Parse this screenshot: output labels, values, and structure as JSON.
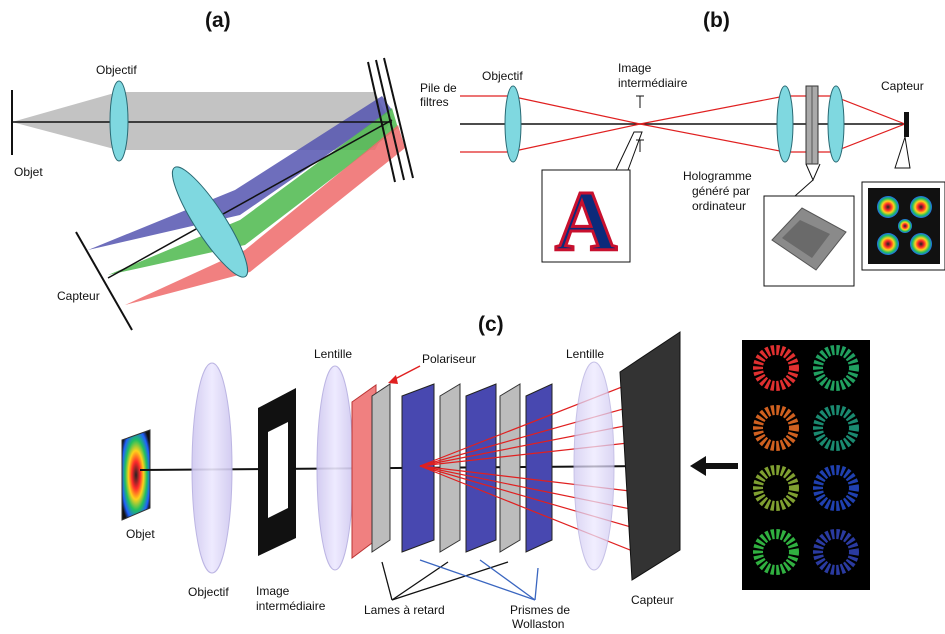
{
  "panels": {
    "a": "(a)",
    "b": "(b)",
    "c": "(c)"
  },
  "panel_a": {
    "objective": "Objectif",
    "object": "Objet",
    "filter_stack_line1": "Pile de",
    "filter_stack_line2": "filtres",
    "sensor": "Capteur"
  },
  "panel_b": {
    "objective": "Objectif",
    "intermediate_line1": "Image",
    "intermediate_line2": "intermédiaire",
    "sensor": "Capteur",
    "hologram_line1": "Hologramme",
    "hologram_line2": "généré par",
    "hologram_line3": "ordinateur",
    "logo_letter": "A"
  },
  "panel_c": {
    "object": "Objet",
    "objective": "Objectif",
    "intermediate_line1": "Image",
    "intermediate_line2": "intermédiaire",
    "lens_left": "Lentille",
    "lens_right": "Lentille",
    "polarizer": "Polariseur",
    "retarders": "Lames à retard",
    "wollaston_line1": "Prismes de",
    "wollaston_line2": "Wollaston",
    "sensor": "Capteur"
  },
  "colors": {
    "ray_red": "#e02020",
    "lens": "#7fd8e0",
    "beam_grey": "#bdbdbd",
    "beam_blue": "#5555b0",
    "beam_green": "#4cb84c",
    "beam_red": "#ee6a6a",
    "arrow_blue": "#3a66c0",
    "logo_red": "#c8102e",
    "logo_blue": "#0c2a7a"
  }
}
